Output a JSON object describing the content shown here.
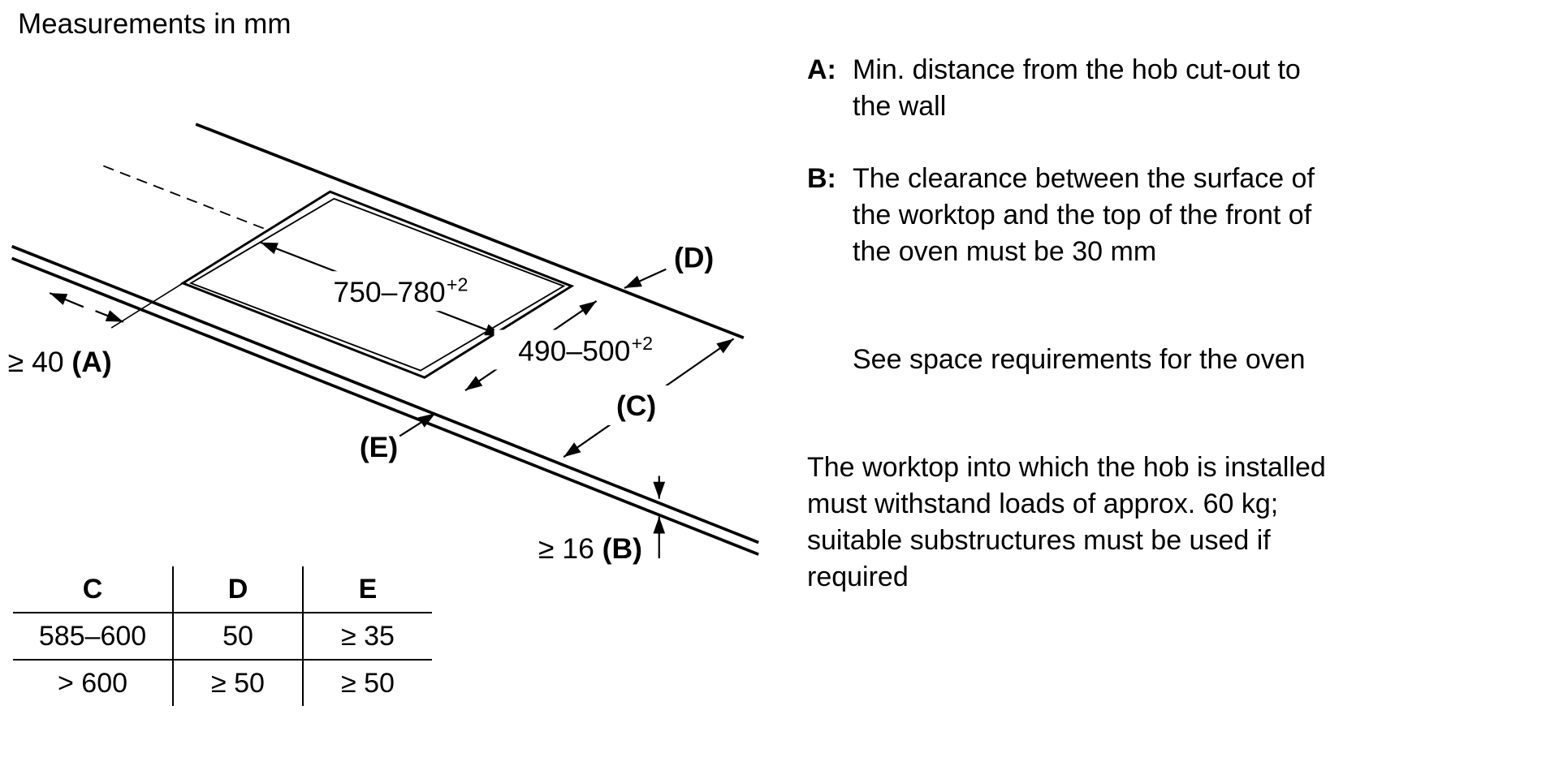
{
  "title": "Measurements in mm",
  "diagram": {
    "width_range": "750–780",
    "width_sup": "+2",
    "depth_range": "490–500",
    "depth_sup": "+2",
    "a_value": "≥ 40",
    "a_label": "(A)",
    "b_value": "≥ 16",
    "b_label": "(B)",
    "c_label": "(C)",
    "d_label": "(D)",
    "e_label": "(E)"
  },
  "table": {
    "headers": [
      "C",
      "D",
      "E"
    ],
    "rows": [
      [
        "585–600",
        "50",
        "≥ 35"
      ],
      [
        "> 600",
        "≥ 50",
        "≥ 50"
      ]
    ]
  },
  "notes": {
    "a_key": "A:",
    "a_text": "Min. distance from the hob cut-out to\nthe wall",
    "b_key": "B:",
    "b_text": "The clearance between the surface of\nthe worktop and the top of the front of\nthe oven must be 30 mm",
    "see_note": "See space requirements for the oven",
    "load_note": "The worktop into which the hob is installed\nmust withstand loads of approx. 60 kg;\nsuitable substructures must be used if\nrequired"
  }
}
